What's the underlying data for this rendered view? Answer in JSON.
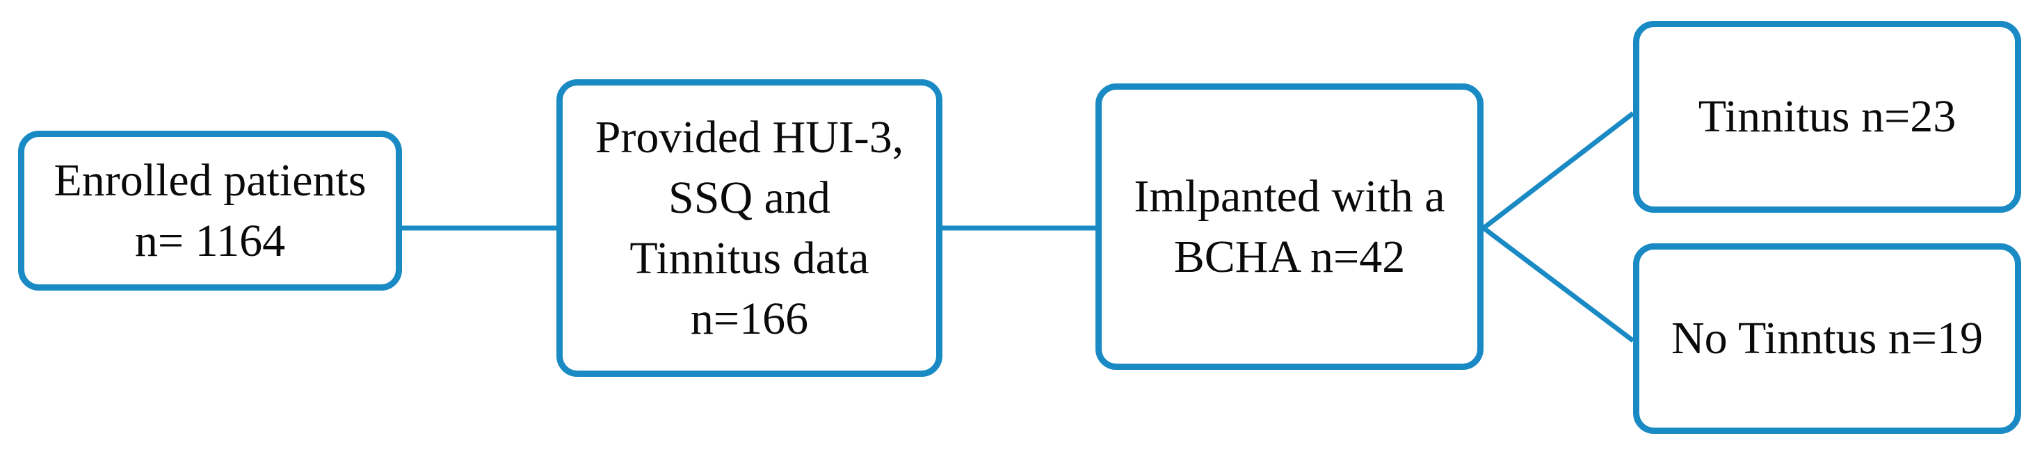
{
  "colors": {
    "box_border": "#1a8ac4",
    "connector": "#1a8ac4",
    "text": "#0a0a0a",
    "background": "#ffffff"
  },
  "nodes": {
    "enrolled": "Enrolled patients\nn= 1164",
    "provided": "Provided HUI-3,\nSSQ and\nTinnitus data\nn=166",
    "implanted": "Imlpanted with a\nBCHA n=42",
    "tinnitus": "Tinnitus n=23",
    "no_tinnitus": "No Tinntus n=19"
  }
}
